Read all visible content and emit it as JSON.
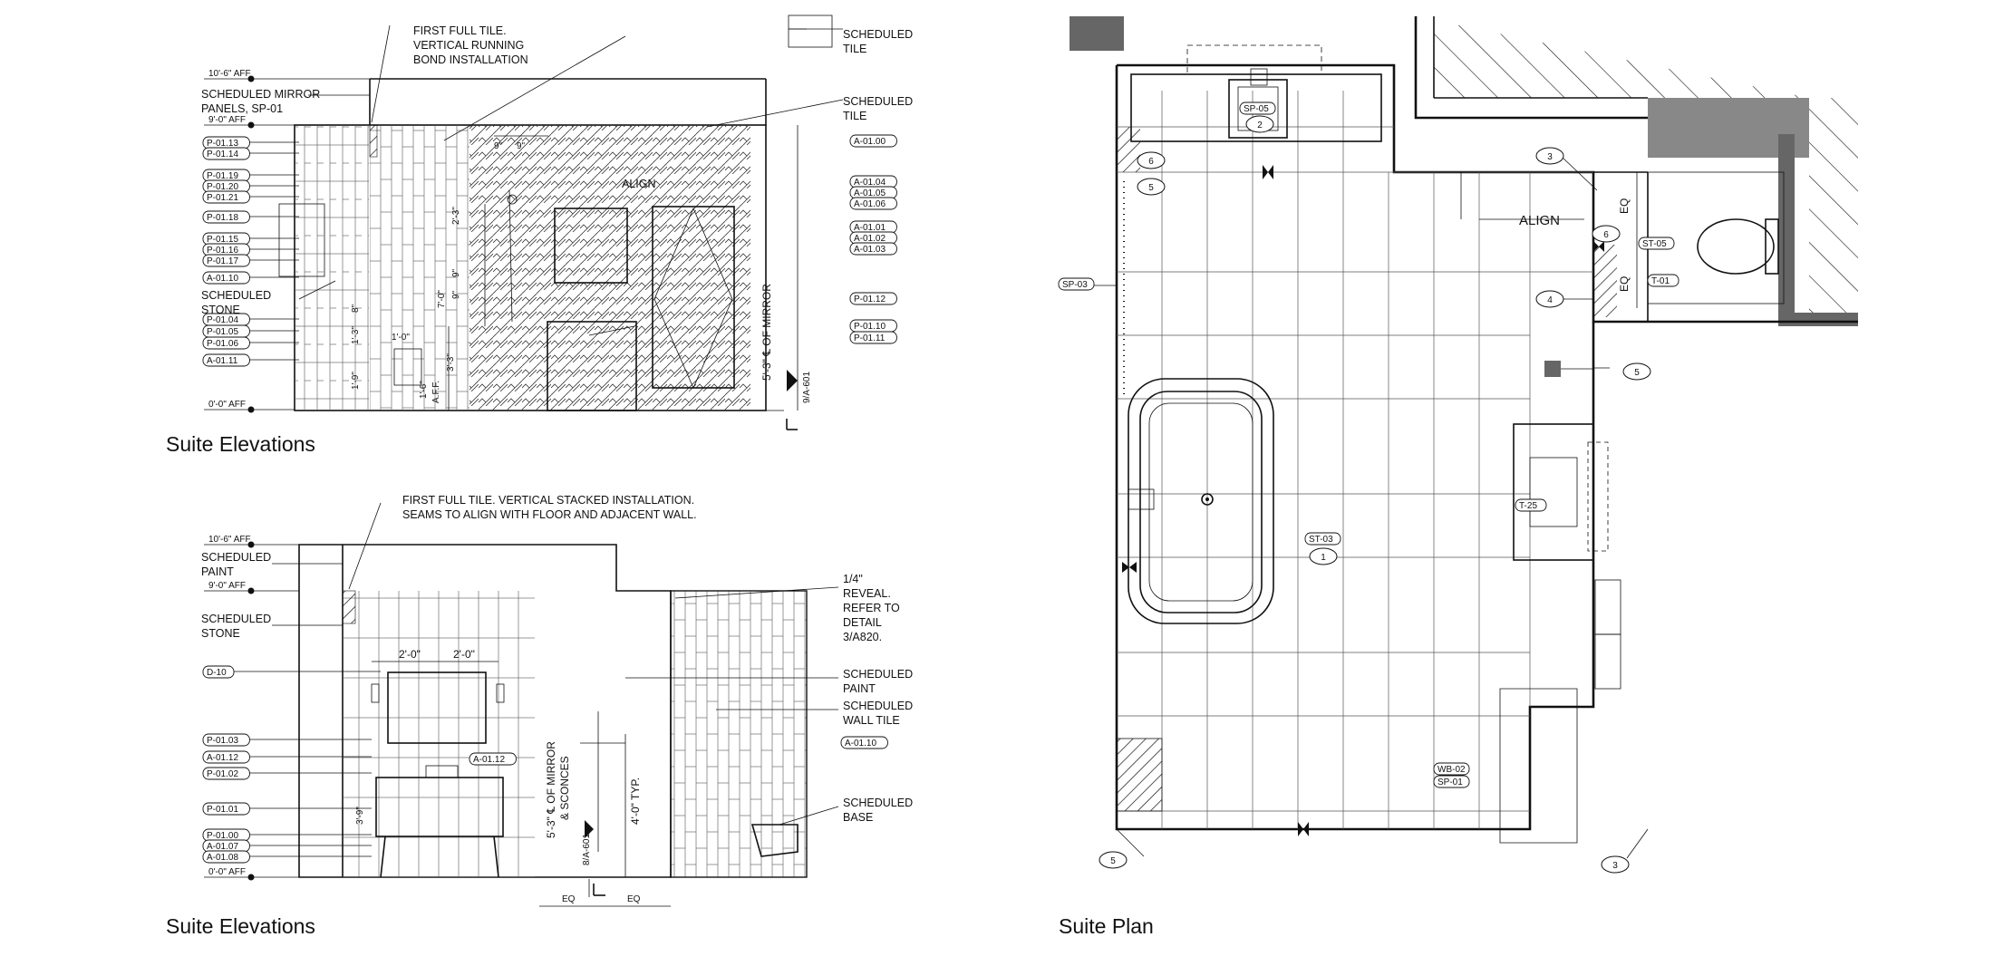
{
  "captions": {
    "elev_top": "Suite Elevations",
    "elev_bottom": "Suite Elevations",
    "plan": "Suite Plan"
  },
  "elev_top": {
    "notes": {
      "first_tile": [
        "FIRST FULL TILE.",
        "VERTICAL RUNNING",
        "BOND INSTALLATION"
      ],
      "sched_tile_1": [
        "SCHEDULED",
        "TILE"
      ],
      "sched_tile_2": [
        "SCHEDULED",
        "TILE"
      ],
      "mirror_panels": [
        "SCHEDULED MIRROR",
        "PANELS, SP-01"
      ],
      "stone": [
        "SCHEDULED",
        "STONE"
      ],
      "align": "ALIGN",
      "mirror_cl": "5'-3\" ℄ OF MIRROR"
    },
    "levels": [
      "10'-6\" AFF",
      "9'-0\" AFF",
      "0'-0\" AFF"
    ],
    "left_tags": [
      "P-01.13",
      "P-01.14",
      "P-01.19",
      "P-01.20",
      "P-01.21",
      "P-01.18",
      "P-01.15",
      "P-01.16",
      "P-01.17",
      "A-01.10",
      "P-01.04",
      "P-01.05",
      "P-01.06",
      "A-01.11"
    ],
    "right_tags": [
      "A-01.00",
      "A-01.04",
      "A-01.05",
      "A-01.06",
      "A-01.01",
      "A-01.02",
      "A-01.03",
      "P-01.12",
      "P-01.10",
      "P-01.11"
    ],
    "dims": [
      "9\"",
      "9\"",
      "2'-3\"",
      "9\"",
      "9\"",
      "7'-0\"",
      "8\"",
      "1'-0\"",
      "1'-3\"",
      "3'-3\"",
      "1'-6\"",
      "A.F.F.",
      "1'-9\""
    ],
    "ref": "9/A-601"
  },
  "elev_bottom": {
    "notes": {
      "first_tile": [
        "FIRST FULL TILE. VERTICAL STACKED INSTALLATION.",
        "SEAMS TO ALIGN WITH FLOOR  AND ADJACENT WALL."
      ],
      "paint_l": [
        "SCHEDULED",
        "PAINT"
      ],
      "stone": [
        "SCHEDULED",
        "STONE"
      ],
      "reveal": [
        "1/4\"",
        "REVEAL.",
        "REFER TO",
        "DETAIL",
        "3/A820."
      ],
      "paint_r": [
        "SCHEDULED",
        "PAINT"
      ],
      "wall_tile": [
        "SCHEDULED",
        "WALL TILE"
      ],
      "base": [
        "SCHEDULED",
        "BASE"
      ],
      "mirror_cl": [
        "5'-3\" ℄ OF MIRROR",
        "& SCONCES"
      ],
      "typ": "4'-0\" TYP."
    },
    "levels": [
      "10'-6\" AFF",
      "9'-0\" AFF",
      "0'-0\" AFF"
    ],
    "tags_left": [
      "D-10",
      "P-01.03",
      "A-01.12",
      "P-01.02",
      "P-01.01",
      "P-01.00",
      "A-01.07",
      "A-01.08"
    ],
    "tags_mid": [
      "A-01.12",
      "A-01.10"
    ],
    "dims": [
      "2'-0\"",
      "2'-0\"",
      "3'-9\"",
      "EQ",
      "EQ"
    ],
    "ref": "8/A-601"
  },
  "plan": {
    "tags": [
      "SP-05",
      "ST-05",
      "T-01",
      "SP-03",
      "ST-03",
      "T-25",
      "WB-02",
      "SP-01"
    ],
    "numbers": [
      "2",
      "6",
      "5",
      "3",
      "6",
      "4",
      "5",
      "1",
      "5",
      "3"
    ],
    "align": "ALIGN",
    "eq": [
      "EQ",
      "EQ"
    ]
  },
  "colors": {
    "ink": "#111111",
    "poche": "#666666",
    "grid": "#555555"
  }
}
